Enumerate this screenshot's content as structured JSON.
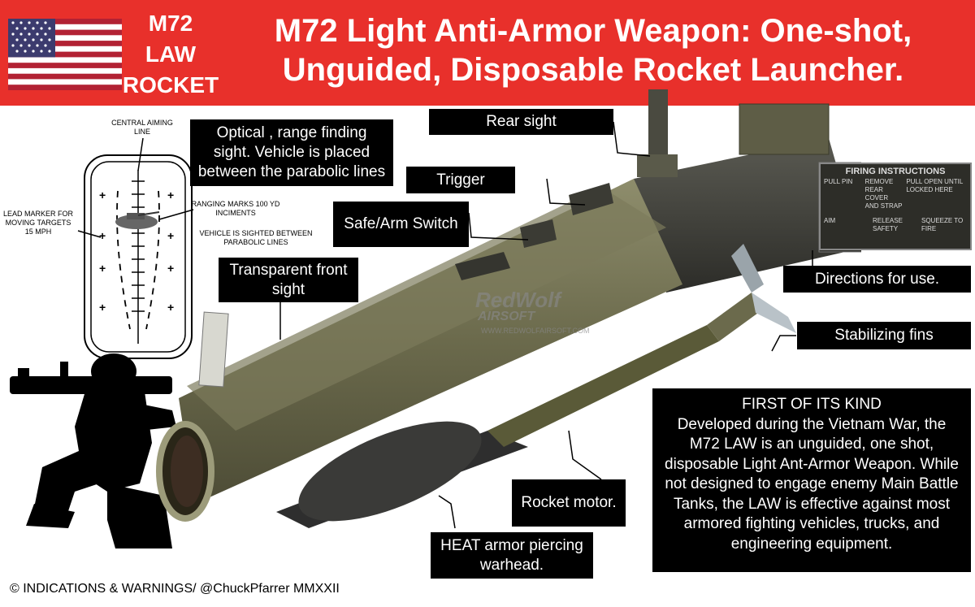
{
  "header": {
    "weapon_code": "M72",
    "weapon_type_1": "LAW",
    "weapon_type_2": "ROCKET",
    "title_line1": "M72 Light Anti-Armor Weapon: One-shot,",
    "title_line2": "Unguided, Disposable Rocket Launcher."
  },
  "sight_diagram": {
    "central_aiming_line": "CENTRAL AIMING LINE",
    "lead_marker": "LEAD MARKER FOR MOVING TARGETS 15 MPH",
    "ranging_marks": "RANGING MARKS 100 YD INCIMENTS",
    "vehicle_sighted": "VEHICLE IS SIGHTED BETWEEN PARABOLIC LINES"
  },
  "callouts": {
    "optical_sight": "Optical , range finding sight. Vehicle is placed between the parabolic lines",
    "rear_sight": "Rear sight",
    "trigger": "Trigger",
    "safe_arm": "Safe/Arm Switch",
    "front_sight": "Transparent front sight",
    "directions": "Directions for use.",
    "fins": "Stabilizing fins",
    "rocket_motor": "Rocket motor.",
    "warhead": "HEAT armor piercing warhead."
  },
  "firing_plate": {
    "title": "FIRING INSTRUCTIONS",
    "step1": "PULL PIN",
    "step2": "REMOVE REAR COVER AND STRAP",
    "step3": "PULL OPEN UNTIL LOCKED HERE",
    "step4": "RELEASE SAFETY",
    "step5": "SQUEEZE TO FIRE",
    "step6": "AIM"
  },
  "watermark": {
    "brand": "RedWolf",
    "sub": "AIRSOFT",
    "url": "WWW.REDWOLFAIRSOFT.COM"
  },
  "description": {
    "heading": "FIRST OF ITS KIND",
    "body": "Developed during the Vietnam War, the M72 LAW is an unguided, one shot, disposable Light Ant-Armor Weapon. While not designed to engage enemy Main Battle Tanks, the LAW is effective against most armored fighting vehicles, trucks, and engineering equipment."
  },
  "footer": {
    "credit": "© INDICATIONS & WARNINGS/ @ChuckPfarrer  MMXXII"
  },
  "colors": {
    "header_red": "#e8302b",
    "olive_drab": "#6b6a4c",
    "callout_black": "#000000"
  }
}
